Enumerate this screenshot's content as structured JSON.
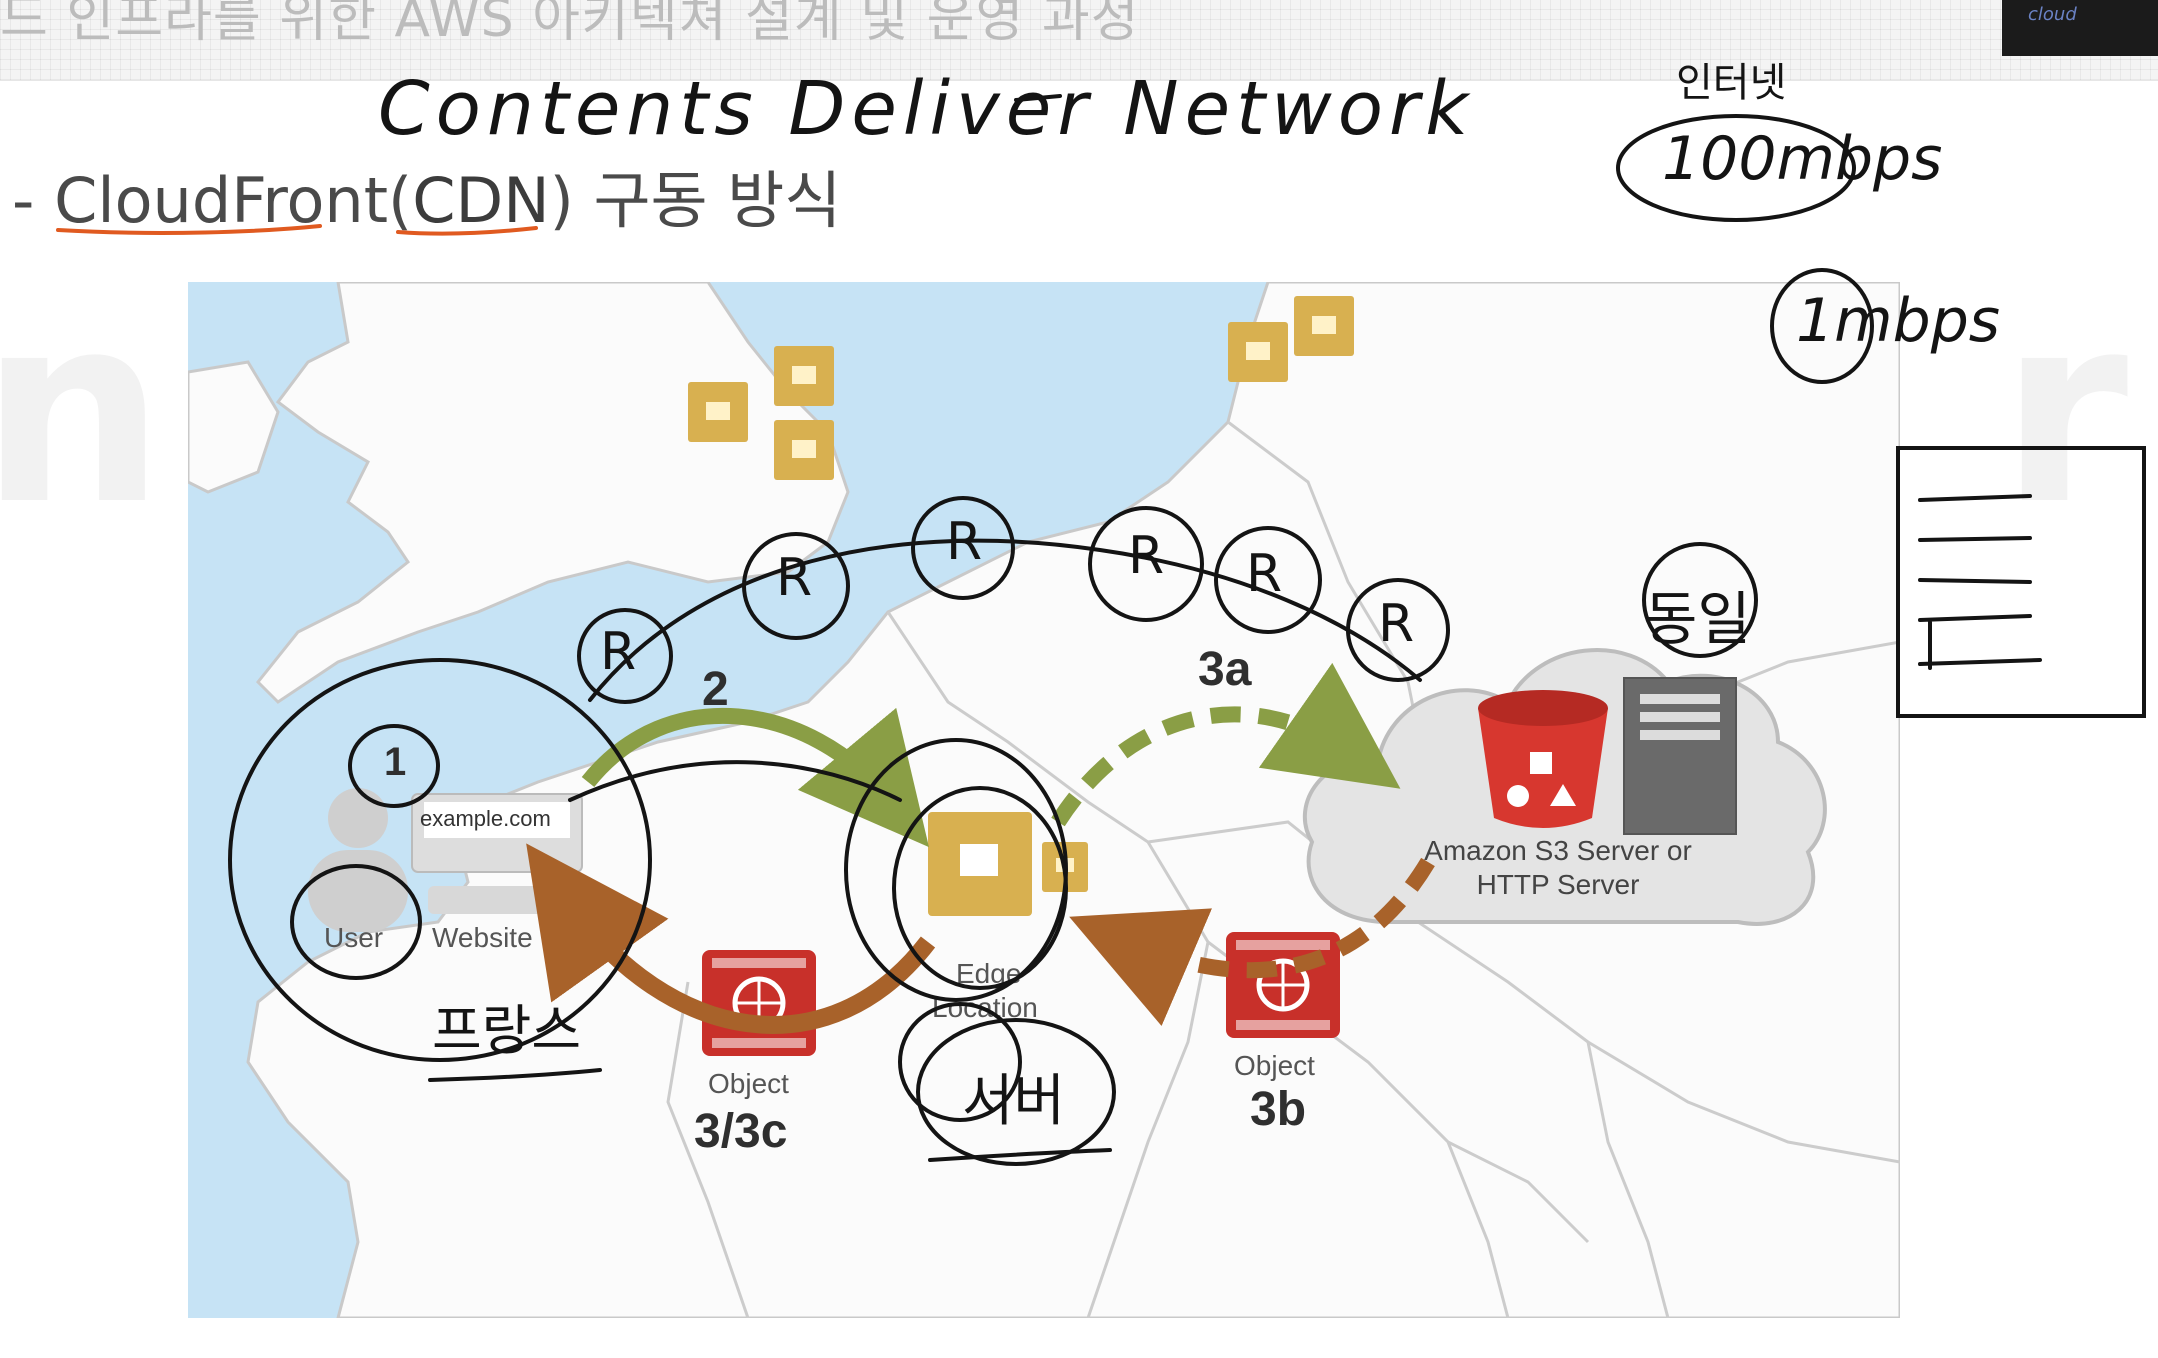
{
  "slide": {
    "title": "드 인프라를 위한 AWS 아키텍쳐 설계 및 운영 과정",
    "logo_text": "cloud",
    "subtitle_prefix": "- ",
    "subtitle_name": "CloudFront(",
    "subtitle_abbr": "CDN",
    "subtitle_suffix": ") 구동 방식"
  },
  "diagram": {
    "user_label": "User",
    "website_label": "Website",
    "browser_url": "example.com",
    "edge_label_1": "Edge",
    "edge_label_2": "Location",
    "origin_label_1": "Amazon S3 Server or",
    "origin_label_2": "HTTP Server",
    "object_label": "Object",
    "object_label_b": "Object",
    "step_1": "1",
    "step_2": "2",
    "step_3a": "3a",
    "step_3b": "3b",
    "step_3c": "3/3c"
  },
  "annotations": {
    "cdn_expansion": "Contents Deliver Network",
    "speed_fast": "100mbps",
    "speed_note": "인터넷",
    "speed_slow": "1mbps",
    "router_r": "R",
    "france": "프랑스",
    "server": "서버",
    "same": "동일"
  },
  "colors": {
    "sea": "#c6e3f5",
    "land": "#fbfbfb",
    "border": "#c9c9c9",
    "edge_orange": "#d8b050",
    "green_arrow": "#8a9e45",
    "brown_arrow": "#a8622a",
    "s3_red": "#d7372f",
    "ink": "#141414",
    "underline_orange": "#e05a20"
  }
}
